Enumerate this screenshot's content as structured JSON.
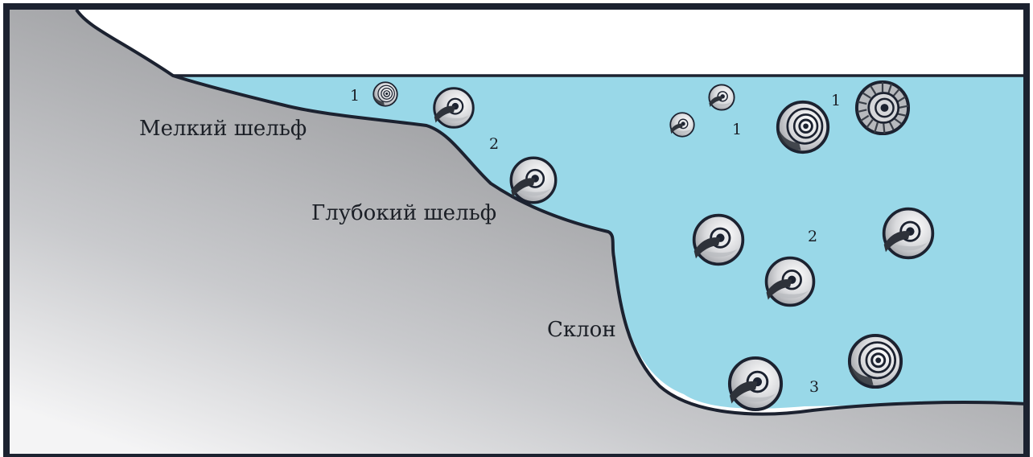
{
  "zones": {
    "shallow_shelf": "Мелкий шельф",
    "deep_shelf": "Глубокий шельф",
    "slope": "Склон"
  },
  "markers": [
    "1",
    "2",
    "1",
    "1",
    "2",
    "3"
  ],
  "colors": {
    "water": "#99d8e8",
    "seabed_dark": "#a4a5a8",
    "seabed_light": "#f2f2f3",
    "outline": "#1c2230",
    "shell_body": "#d4d5d8",
    "shell_dark": "#2e323a"
  },
  "icons": [
    "ammonite-icon",
    "coiled-shell-icon",
    "ribbed-ammonite-icon"
  ]
}
